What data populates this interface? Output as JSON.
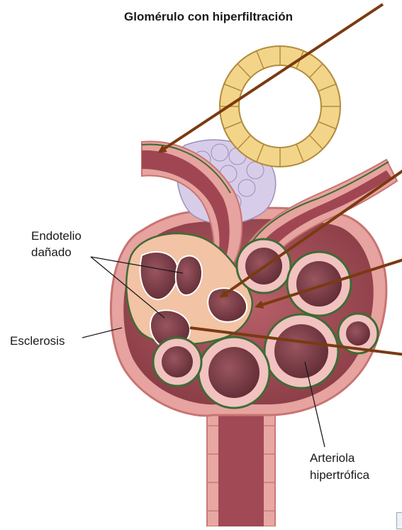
{
  "title": "Glomérulo con hiperfiltración",
  "labels": {
    "endotelio_line1": "Endotelio",
    "endotelio_line2": "dañado",
    "esclerosis": "Esclerosis",
    "arteriola_line1": "Arteriola",
    "arteriola_line2": "hipertrófica"
  },
  "colors": {
    "pointer_arrow": "#7b3a10",
    "tubule_cell": "#f3d58a",
    "tubule_border": "#b28b3c",
    "podocyte_purple": "#d6cbe8",
    "capsule_pink": "#e8a4a0",
    "capillary_wall": "#3f6b35",
    "mesangium": "#f1c3a4",
    "lumen": "#7a3a42"
  }
}
